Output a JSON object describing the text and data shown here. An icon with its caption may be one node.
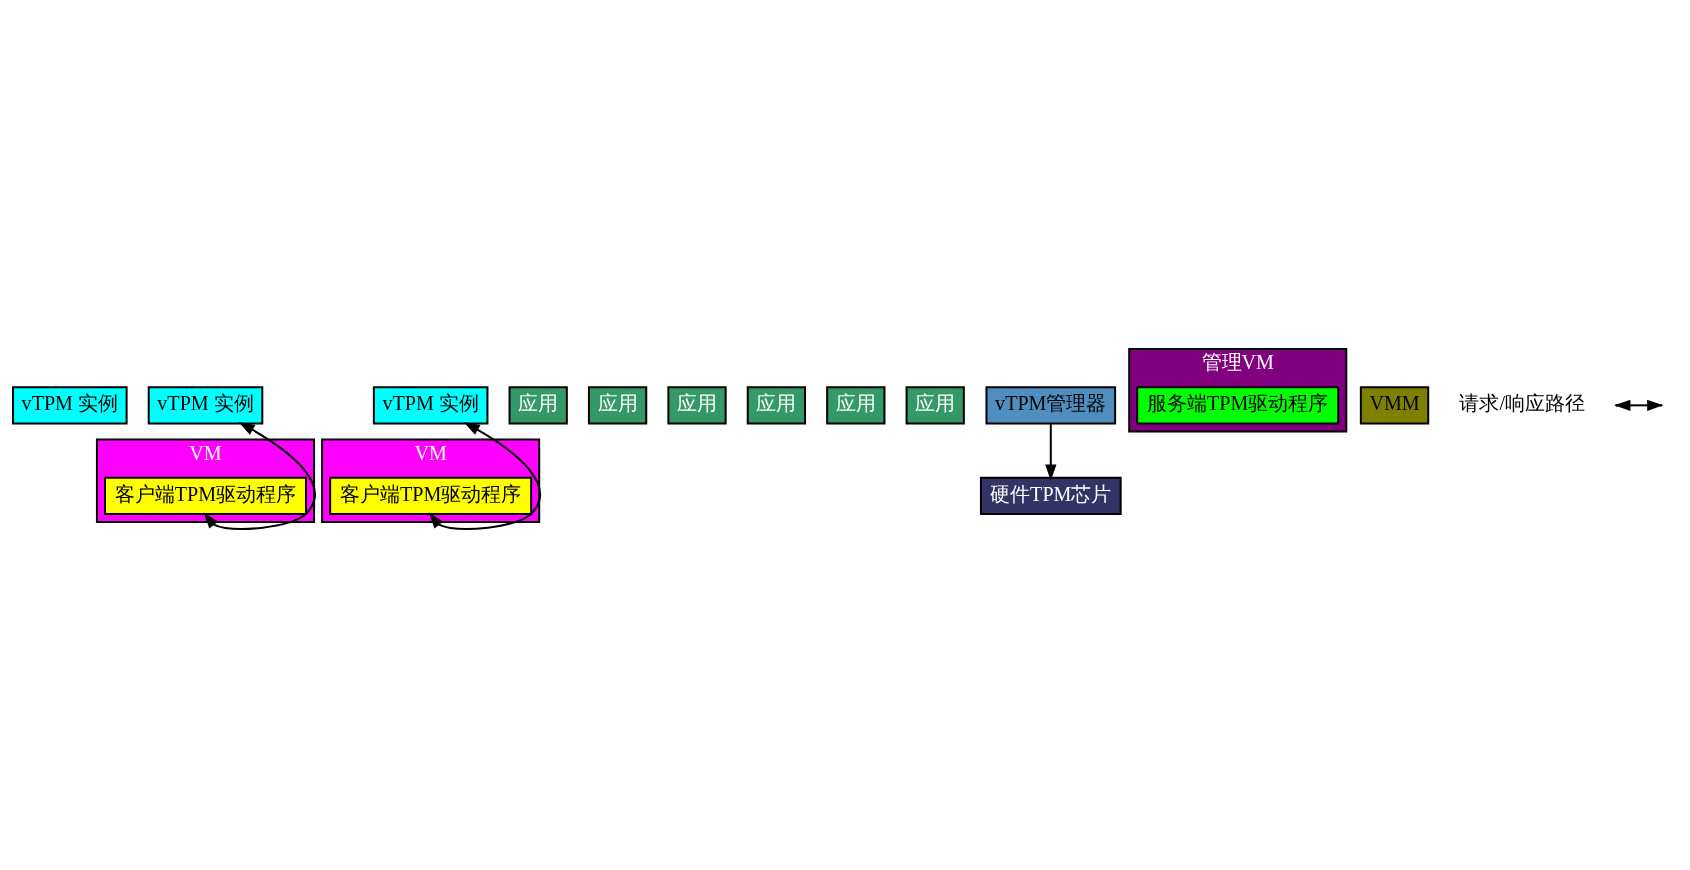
{
  "diagram": {
    "nodes": [
      {
        "text": [
          "vTPM 实例"
        ]
      },
      {
        "text": [
          "vTPM 实例"
        ]
      },
      {
        "text": [
          "vTPM 实例"
        ]
      },
      {
        "text": [
          "应用"
        ]
      },
      {
        "text": [
          "应用"
        ]
      },
      {
        "text": [
          "应用"
        ]
      },
      {
        "text": [
          "应用"
        ]
      },
      {
        "text": [
          "应用"
        ]
      },
      {
        "text": [
          "应用"
        ]
      },
      {
        "text": [
          "vTPM管理器"
        ]
      },
      {
        "text": [
          "管理VM"
        ]
      },
      {
        "text": [
          "服务端TPM驱动程序"
        ],
        "in": 10
      },
      {
        "text": [
          "VM"
        ]
      },
      {
        "text": [
          "客户端TPM驱动程序"
        ],
        "in": 12
      },
      {
        "text": [
          "VM"
        ]
      },
      {
        "text": [
          "客户端TPM驱动程序"
        ],
        "in": 14
      },
      {
        "text": [
          "VMM"
        ]
      },
      {
        "text": [
          "硬件TPM芯片"
        ]
      }
    ],
    "edges": [
      {
        "from": 2,
        "to": 13,
        "arrow": "both"
      },
      {
        "from": 1,
        "to": 15,
        "arrow": "both"
      },
      {
        "from": 9,
        "to": 17,
        "arrow": "to"
      }
    ],
    "legend": [
      {
        "text": "请求/响应路径"
      }
    ]
  }
}
